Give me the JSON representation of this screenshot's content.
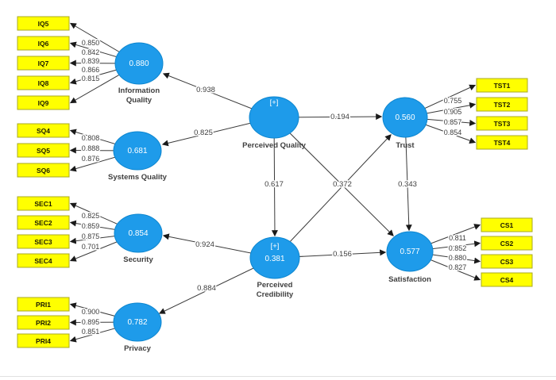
{
  "colors": {
    "construct_fill": "#1e9bea",
    "construct_stroke": "#0d86cf",
    "indicator_fill": "#ffff00",
    "indicator_stroke": "#a8a820",
    "edge": "#3a3a3a",
    "label_text": "#3d3d3d"
  },
  "constructs": {
    "information_quality": {
      "value": "0.880",
      "name_lines": [
        "Information",
        "Quality"
      ]
    },
    "systems_quality": {
      "value": "0.681",
      "name_lines": [
        "Systems Quality"
      ]
    },
    "security": {
      "value": "0.854",
      "name_lines": [
        "Security"
      ]
    },
    "privacy": {
      "value": "0.782",
      "name_lines": [
        "Privacy"
      ]
    },
    "perceived_quality": {
      "tag": "[+]",
      "name_lines": [
        "Perceived Quality"
      ]
    },
    "trust": {
      "value": "0.560",
      "name_lines": [
        "Trust"
      ]
    },
    "perceived_credibility": {
      "tag": "[+]",
      "value": "0.381",
      "name_lines": [
        "Perceived",
        "Credibility"
      ]
    },
    "satisfaction": {
      "value": "0.577",
      "name_lines": [
        "Satisfaction"
      ]
    }
  },
  "indicators": {
    "information_quality": [
      {
        "name": "IQ5",
        "loading": "0.850"
      },
      {
        "name": "IQ6",
        "loading": "0.842"
      },
      {
        "name": "IQ7",
        "loading": "0.839"
      },
      {
        "name": "IQ8",
        "loading": "0.866"
      },
      {
        "name": "IQ9",
        "loading": "0.815"
      }
    ],
    "systems_quality": [
      {
        "name": "SQ4",
        "loading": "0.808"
      },
      {
        "name": "SQ5",
        "loading": "0.888"
      },
      {
        "name": "SQ6",
        "loading": "0.876"
      }
    ],
    "security": [
      {
        "name": "SEC1",
        "loading": "0.825"
      },
      {
        "name": "SEC2",
        "loading": "0.859"
      },
      {
        "name": "SEC3",
        "loading": "0.875"
      },
      {
        "name": "SEC4",
        "loading": "0.701"
      }
    ],
    "privacy": [
      {
        "name": "PRI1",
        "loading": "0.900"
      },
      {
        "name": "PRI2",
        "loading": "0.895"
      },
      {
        "name": "PRI4",
        "loading": "0.851"
      }
    ],
    "trust": [
      {
        "name": "TST1",
        "loading": "0.755"
      },
      {
        "name": "TST2",
        "loading": "0.905"
      },
      {
        "name": "TST3",
        "loading": "0.857"
      },
      {
        "name": "TST4",
        "loading": "0.854"
      }
    ],
    "satisfaction": [
      {
        "name": "CS1",
        "loading": "0.811"
      },
      {
        "name": "CS2",
        "loading": "0.852"
      },
      {
        "name": "CS3",
        "loading": "0.880"
      },
      {
        "name": "CS4",
        "loading": "0.827"
      }
    ]
  },
  "paths": {
    "pq_to_information_quality": "0.938",
    "pq_to_systems_quality": "0.825",
    "pq_to_trust": "0.194",
    "pq_to_credibility": "0.617",
    "crossing": "0.372",
    "trust_to_satisfaction": "0.343",
    "credibility_to_satisfaction": "0.156",
    "credibility_to_security": "0.924",
    "credibility_to_privacy": "0.884"
  }
}
